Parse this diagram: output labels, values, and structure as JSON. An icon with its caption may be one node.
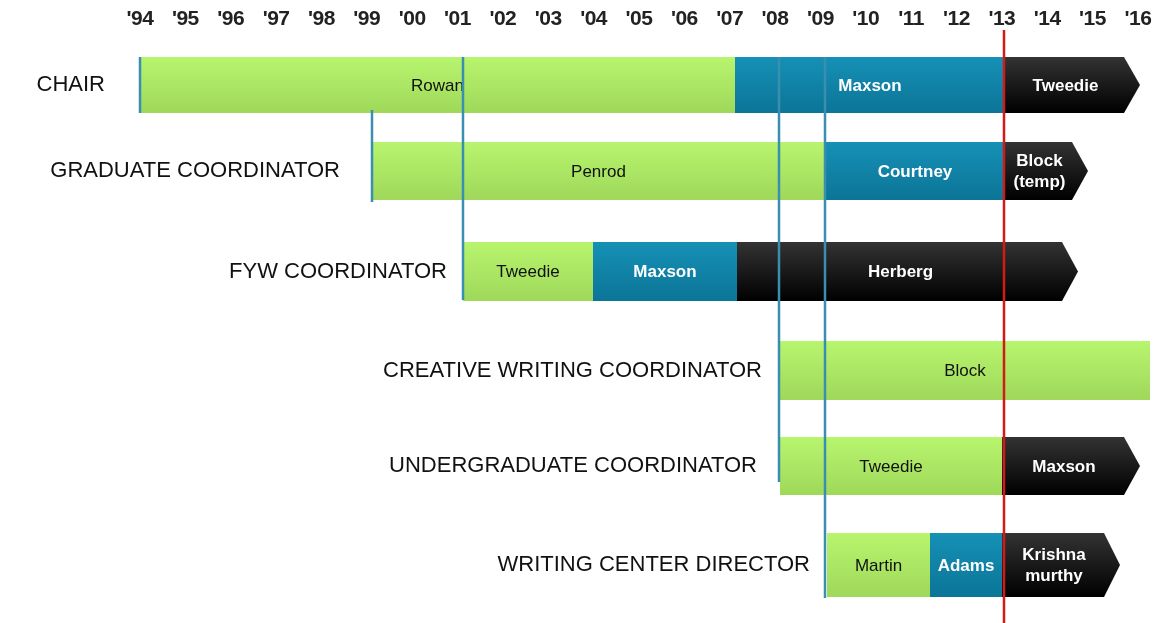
{
  "diagram": {
    "nodes": [
      {
        "text": [
          "Rowan"
        ]
      },
      {
        "text": [
          "Maxson"
        ]
      },
      {
        "text": [
          "Tweedie"
        ]
      },
      {
        "text": [
          "Penrod"
        ]
      },
      {
        "text": [
          "Courtney"
        ]
      },
      {
        "text": [
          "Block (temp)"
        ]
      },
      {
        "text": [
          "Tweedie"
        ]
      },
      {
        "text": [
          "Maxson"
        ]
      },
      {
        "text": [
          "Herberg"
        ]
      },
      {
        "text": [
          "Block"
        ]
      },
      {
        "text": [
          "Tweedie"
        ]
      },
      {
        "text": [
          "Maxson"
        ]
      },
      {
        "text": [
          "Martin"
        ]
      },
      {
        "text": [
          "Adams"
        ]
      },
      {
        "text": [
          "Krishna murthy"
        ]
      }
    ],
    "edges": [],
    "labels": [
      "'94",
      "'95",
      "'96",
      "'97",
      "'98",
      "'99",
      "'00",
      "'01",
      "'02",
      "'03",
      "'04",
      "'05",
      "'06",
      "'07",
      "'08",
      "'09",
      "'10",
      "'11",
      "'12",
      "'13",
      "'14",
      "'15",
      "'16",
      "CHAIR",
      "GRADUATE COORDINATOR",
      "FYW COORDINATOR",
      "CREATIVE WRITING COORDINATOR",
      "UNDERGRADUATE COORDINATOR",
      "WRITING CENTER DIRECTOR"
    ]
  }
}
